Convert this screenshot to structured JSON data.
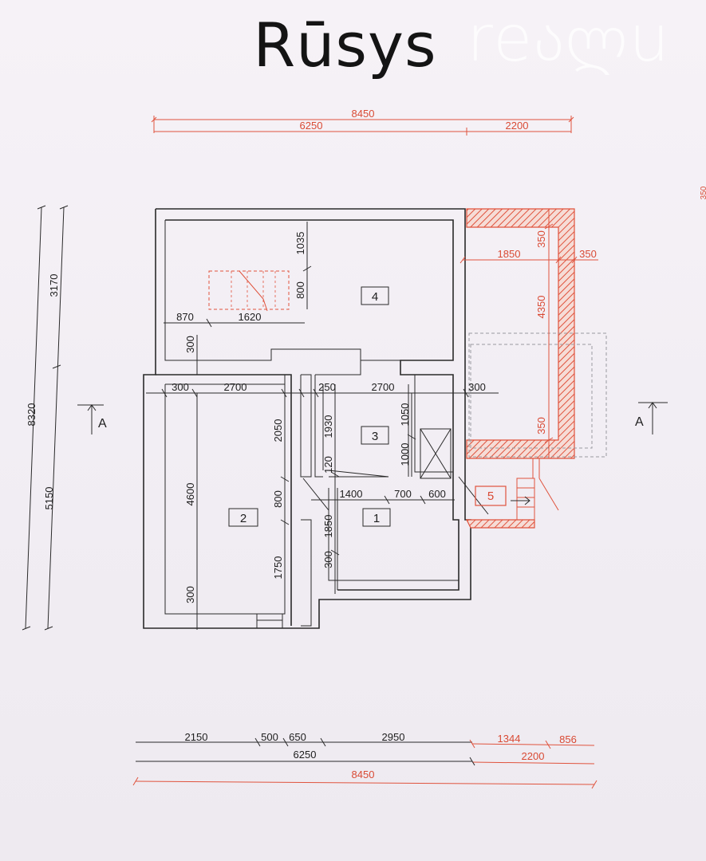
{
  "title": "Rūsys",
  "watermark": "reალu",
  "dimensions": {
    "top_total": "8450",
    "top_left": "6250",
    "top_right": "2200",
    "left_total": "8320",
    "left_upper": "3170",
    "left_lower": "5150",
    "bottom_row1": [
      "2150",
      "500",
      "650",
      "2950",
      "1344",
      "856"
    ],
    "bottom_row2_left": "6250",
    "bottom_row2_right": "2200",
    "bottom_total": "8450",
    "room4_stair_w": "870",
    "room4_stair_len": "1620",
    "room4_h1": "1035",
    "room4_h2": "800",
    "mid_300_a": "300",
    "mid_300_b": "300",
    "mid_2700_a": "2700",
    "mid_250": "250",
    "mid_2700_b": "2700",
    "mid_300_c": "300",
    "v_4600": "4600",
    "v_2050": "2050",
    "v_1930": "1930",
    "v_1050": "1050",
    "v_1000": "1000",
    "v_120": "120",
    "v_800": "800",
    "v_1850": "1850",
    "v_1750": "1750",
    "v_300_a": "300",
    "v_300_b": "300",
    "h_1400": "1400",
    "h_700": "700",
    "h_600": "600",
    "ext_1850": "1850",
    "ext_350_top": "350",
    "ext_350_right": "350",
    "ext_4350": "4350",
    "ext_350_bottom": "350",
    "edge_350": "350"
  },
  "rooms": {
    "r1": "1",
    "r2": "2",
    "r3": "3",
    "r4": "4",
    "r5": "5"
  },
  "section_markers": {
    "left": "A",
    "right": "A"
  }
}
